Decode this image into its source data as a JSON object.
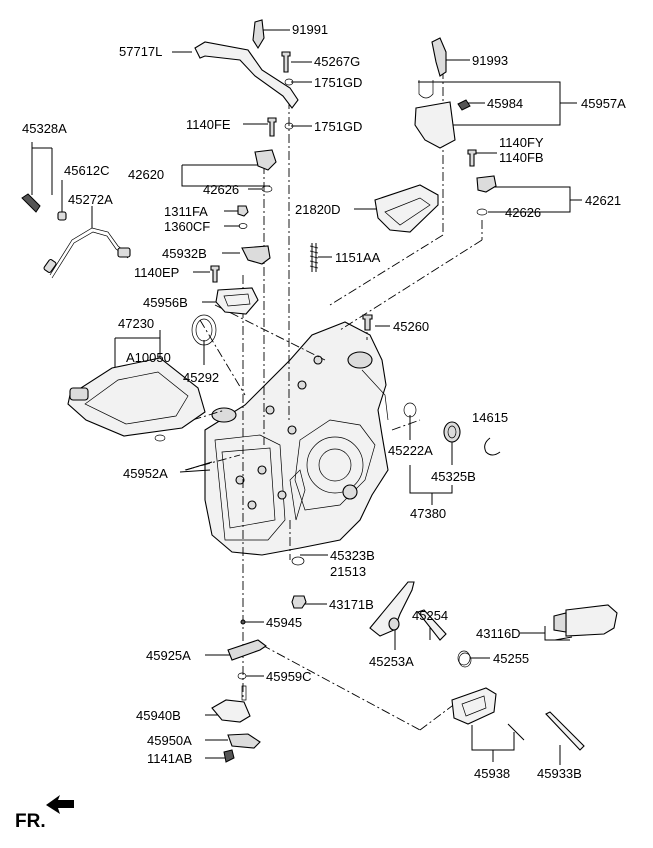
{
  "diagram": {
    "labels": {
      "p91991": "91991",
      "p57717L": "57717L",
      "p45267G": "45267G",
      "p1751GD_a": "1751GD",
      "p91993": "91993",
      "p45984": "45984",
      "p45957A": "45957A",
      "p45328A": "45328A",
      "p1140FE": "1140FE",
      "p1751GD_b": "1751GD",
      "p45612C": "45612C",
      "p1140FY": "1140FY",
      "p1140FB": "1140FB",
      "p42620": "42620",
      "p45272A": "45272A",
      "p42626_a": "42626",
      "p42621": "42621",
      "p1311FA": "1311FA",
      "p21820D": "21820D",
      "p42626_b": "42626",
      "p1360CF": "1360CF",
      "p45932B": "45932B",
      "p1151AA": "1151AA",
      "p1140EP": "1140EP",
      "p45956B": "45956B",
      "p47230": "47230",
      "p45260": "45260",
      "pA10050": "A10050",
      "p45292": "45292",
      "p14615": "14615",
      "p45222A": "45222A",
      "p45325B": "45325B",
      "p45952A": "45952A",
      "p47380": "47380",
      "p45323B": "45323B",
      "p21513": "21513",
      "p43171B": "43171B",
      "p45254": "45254",
      "p43116D": "43116D",
      "p45945": "45945",
      "p45925A": "45925A",
      "p45253A": "45253A",
      "p45255": "45255",
      "p45959C": "45959C",
      "p45940B": "45940B",
      "p45950A": "45950A",
      "p1141AB": "1141AB",
      "p45938": "45938",
      "p45933B": "45933B",
      "fr": "FR."
    }
  }
}
